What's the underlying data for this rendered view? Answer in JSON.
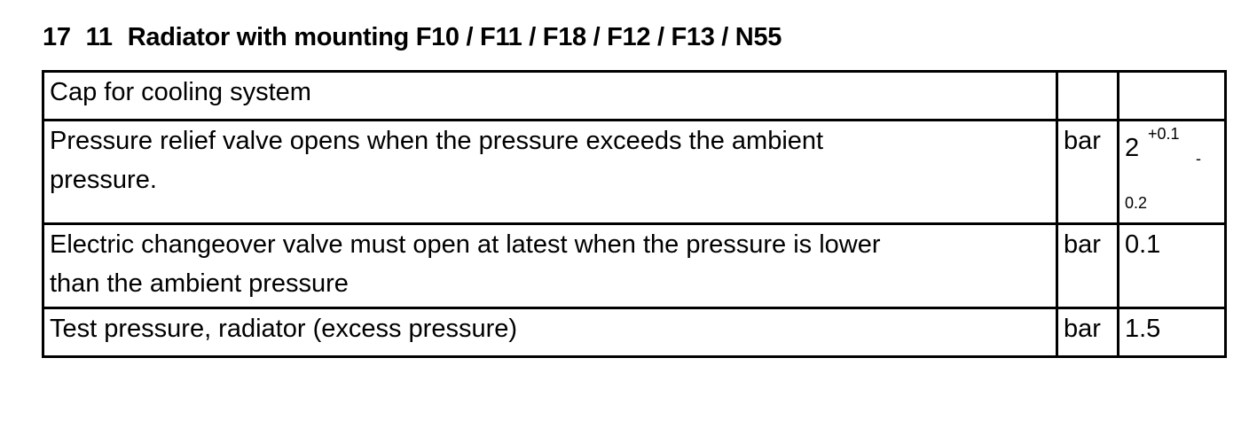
{
  "heading": {
    "group": "17",
    "subgroup": "11",
    "title": "Radiator with mounting F10 / F11 / F18 / F12 / F13 / N55"
  },
  "table": {
    "section": "Cap for cooling system",
    "rows": [
      {
        "description_line1": "Pressure relief valve opens when the pressure exceeds the ambient",
        "description_line2": "pressure.",
        "unit": "bar",
        "value": "2",
        "tol_plus": "+0.1",
        "tol_dash": "-",
        "tol_minus": "0.2"
      },
      {
        "description_line1": "Electric changeover valve must open at latest when the pressure is lower",
        "description_line2": "than the ambient pressure",
        "unit": "bar",
        "value": "0.1"
      },
      {
        "description": "Test pressure, radiator (excess pressure)",
        "unit": "bar",
        "value": "1.5"
      }
    ]
  }
}
